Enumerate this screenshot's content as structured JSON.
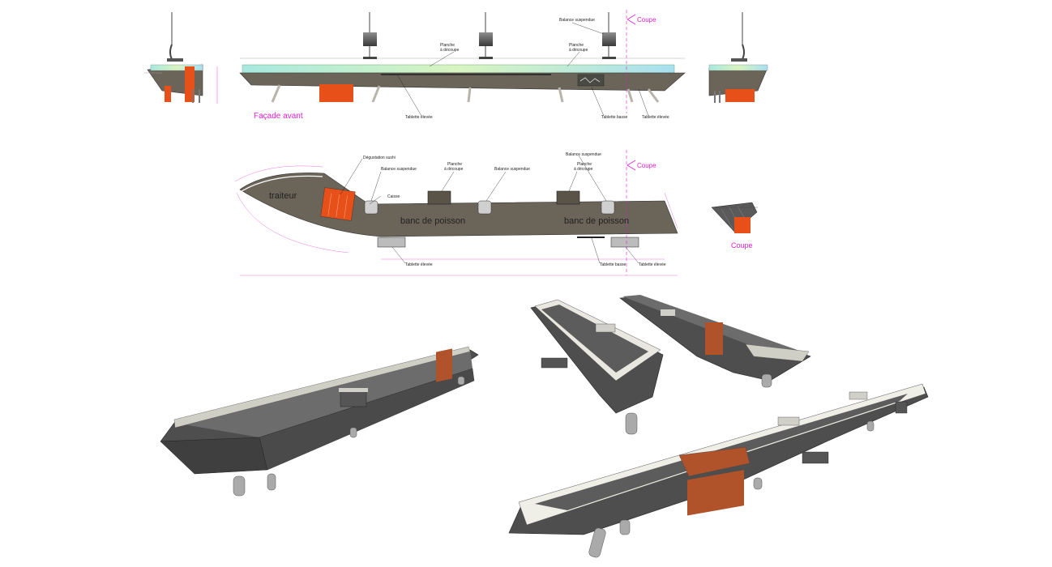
{
  "front_view": {
    "title": "Façade avant",
    "labels": {
      "balance_suspendue": "Balance suspendue",
      "planche_1": "Planche",
      "planche_2": "à découpe",
      "planche_b1": "Planche",
      "planche_b2": "à découpe",
      "tablette_elevee_left": "Tablette élevée",
      "tablette_basse": "Tablette basse",
      "tablette_elevee_right": "Tablette élevée",
      "coupe": "Coupe"
    }
  },
  "plan_view": {
    "labels": {
      "degustation": "Dégustation sushi",
      "balance_1": "Balance suspendue",
      "caisse": "Caisse",
      "planche_1": "Planche",
      "planche_1b": "à découpe",
      "balance_2": "Balance suspendue",
      "balance_3": "Balance suspendue",
      "planche_2": "Planche",
      "planche_2b": "à découpe",
      "traiteur": "traiteur",
      "banc_1": "banc de poisson",
      "banc_2": "banc de poisson",
      "tablette_elevee_left": "Tablette élevée",
      "tablette_basse": "Tablette basse",
      "tablette_elevee_right": "Tablette élevée",
      "coupe": "Coupe"
    }
  },
  "section_view": {
    "title": "Coupe"
  },
  "colors": {
    "magenta": "#e020d0",
    "orange": "#e8501a",
    "body_grey": "#6a6459",
    "glass": "#b6ecd6",
    "wood": "#b0532a"
  }
}
